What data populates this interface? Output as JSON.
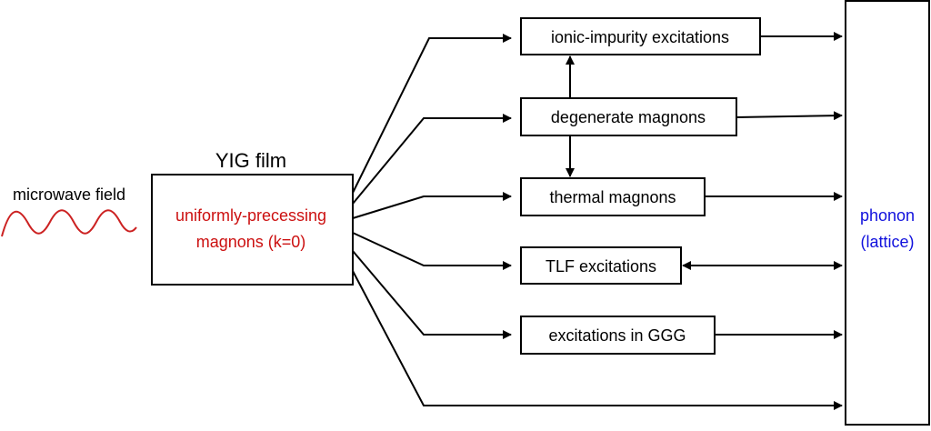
{
  "labels": {
    "input": "microwave field",
    "yig_title": "YIG film",
    "source_line1": "uniformly-precessing",
    "source_line2": "magnons (k=0)",
    "ionic": "ionic-impurity excitations",
    "degenerate": "degenerate magnons",
    "thermal": "thermal magnons",
    "tlf": "TLF excitations",
    "ggg": "excitations in GGG",
    "phonon_line1": "phonon",
    "phonon_line2": "(lattice)"
  },
  "colors": {
    "wave": "#cc2222",
    "source_text": "#cc1111",
    "phonon_text": "#1111dd",
    "stroke": "#000000"
  }
}
